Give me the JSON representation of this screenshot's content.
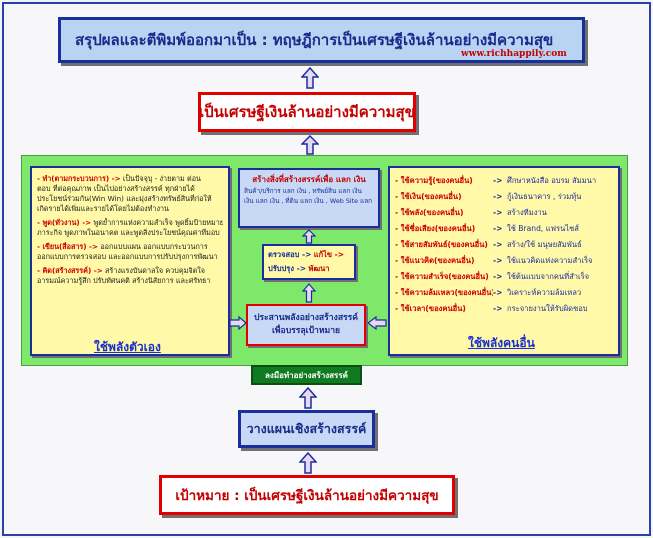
{
  "title": "สรุปผลและตีพิมพ์ออกมาเป็น : ทฤษฎีการเป็นเศรษฐีเงินล้านอย่างมีความสุข",
  "website": "www.richhappily.com",
  "goal": "เป็นเศรษฐีเงินล้านอย่างมีความสุข",
  "left_box": {
    "label": "ใช้พลังตัวเอง",
    "lines": [
      {
        "t": "- ทำ(ตามกระบวนการ) ->",
        "s": "red",
        "rest": " เป็นปัจจุบุ - ง่ายตาม ต่อน"
      },
      {
        "t": "ตอบ ที่ต่อคุณภาพ เป็นไปอย่างสร้างสรรค์  ทุกฝ่ายได้",
        "s": "dark"
      },
      {
        "t": "ประโยชน์ร่วมกัน(Win Win) และมุ่งสร้างทรัพย์สินที่ก่อให้",
        "s": "dark"
      },
      {
        "t": "เกิดรายได้เพิ่มและรายได้โดยไม่ต้องทำงาน",
        "s": "dark"
      },
      {
        "t": "- พูด(ทั่วงาน) ->",
        "s": "red",
        "rest": " พูดย้ำการแห่งความสำเร็จ พูดยิ้มป้ายหมาย/"
      },
      {
        "t": "ภาระกิจ พูดภาพในอนาคต และพูดสิ่งประโยชน์คุณค่าที่มอบ",
        "s": "dark"
      },
      {
        "t": "- เขียน(สื่อสาร) ->",
        "s": "red",
        "rest": " ออกแบบแผน  ออกแบบกระบวนการ"
      },
      {
        "t": "ออกแบบการตรวจสอบ และออกแบบการปรับปรุงการพัฒนา",
        "s": "dark"
      },
      {
        "t": "- คิด(สร้างสรรค์) ->",
        "s": "red",
        "rest": " สร้างแรงบันดาลใจ  ควบคุมจิตใจ"
      },
      {
        "t": "อารมณ์ความรู้สึก ปรับทัศนคติ สร้างนิสัยการ และศรัทธา",
        "s": "dark"
      }
    ]
  },
  "right_box": {
    "label": "ใช้พลังคนอื่น",
    "rows": [
      {
        "a": "- ใช้ความรู้(ของคนอื่น)",
        "b": "ศึกษาหนังสือ อบรม สัมมนา"
      },
      {
        "a": "- ใช้เงิน(ของคนอื่น)",
        "b": "กู้เงินธนาคาร , ร่วมทุ้น"
      },
      {
        "a": "- ใช้พลัง(ของคนอื่น)",
        "b": "สร้างทีมงาน"
      },
      {
        "a": "- ใช้ชื่อเสียง(ของคนอื่น)",
        "b": "ใช้ Brand, แฟรนไชส์"
      },
      {
        "a": "- ใช้สายสัมพันธ์(ของคนอื่น)",
        "b": "สร้าง/ใช้ มนุษยสัมพันธ์"
      },
      {
        "a": "- ใช้แนวคิด(ของคนอื่น)",
        "b": "ใช้แนวคิดแห่งความสำเร็จ"
      },
      {
        "a": "- ใช้ความสำเร็จ(ของคนอื่น)",
        "b": "ใช้ต้นแบบจากคนที่สำเร็จ"
      },
      {
        "a": "- ใช้ความล้มเหลว(ของคนอื่น)",
        "b": "วิเคราะห์ความล้มเหลว"
      },
      {
        "a": "- ใช้เวลา(ของคนอื่น)",
        "b": "กระจายงานให้รับผิดชอบ"
      }
    ],
    "arrow": "->"
  },
  "center_top": {
    "head": "สร้างสิ่งที่สร้างสรรค์เพื่อ แลก เงิน",
    "lines": [
      "สินค้า/บริการ แลก เงิน ,  ทรัพย์สิน แลก เงิน",
      "เงิน แลก เงิน , ที่ดิน แลก เงิน , Web Site แลก เงิน"
    ]
  },
  "check_box": {
    "line1_a": "ตรวจสอบ ->",
    "line1_b": "แก้ไข ->",
    "line2_a": "ปรับปรุง ->",
    "line2_b": "พัฒนา"
  },
  "create_box": {
    "line1": "ประสานพลังอย่างสร้างสรรค์",
    "line2": "เพื่อบรรลุเป้าหมาย"
  },
  "tool": "ลงมือทำอย่างสร้างสรรค์",
  "plan": "วางแผนเชิงสร้างสรรค์",
  "target": "เป้าหมาย : เป็นเศรษฐีเงินล้านอย่างมีความสุข",
  "colors": {
    "border_blue": "#1a2f9c",
    "title_fill": "#b9d3f2",
    "red": "#e00000",
    "green_panel": "#7de86a",
    "yellow": "#fff9a8",
    "arrow_fill": "#e8d8f4"
  }
}
